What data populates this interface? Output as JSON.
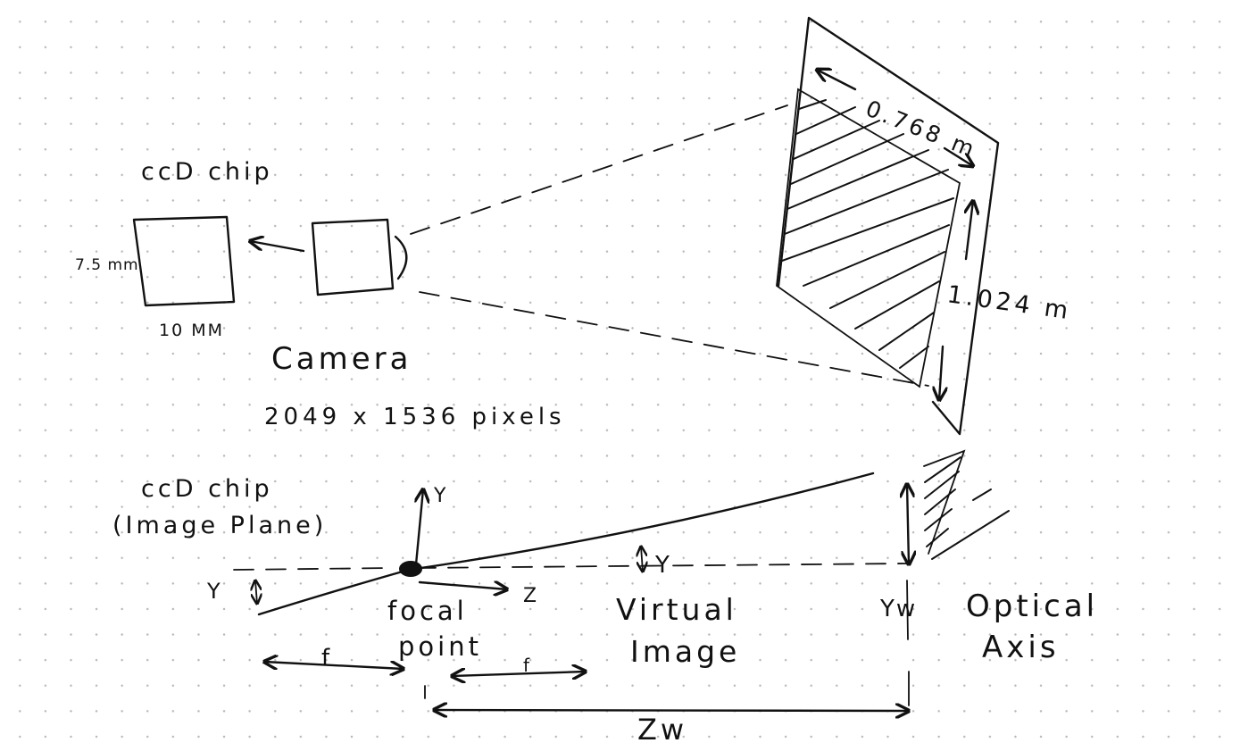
{
  "labels": {
    "ccd_chip_top": "ccD chip",
    "chip_height": "7.5 mm",
    "chip_width": "10 MM",
    "camera": "Camera",
    "resolution": "2049 x 1536 pixels",
    "plane_width": "0.768 m",
    "plane_height": "1.024 m",
    "ccd_chip_bottom": "ccD chip",
    "image_plane": "(Image Plane)",
    "y_axis": "Y",
    "z_axis": "Z",
    "small_y": "Y",
    "focal": "focal",
    "point": "point",
    "f_left": "f",
    "f_right": "f",
    "big_y": "Y",
    "virtual": "Virtual",
    "image": "Image",
    "yw": "Yw",
    "optical": "Optical",
    "axis": "Axis",
    "zw": "Zw"
  },
  "colors": {
    "ink": "#111111",
    "paper": "#ffffff",
    "dots": "#b9b9b9"
  }
}
